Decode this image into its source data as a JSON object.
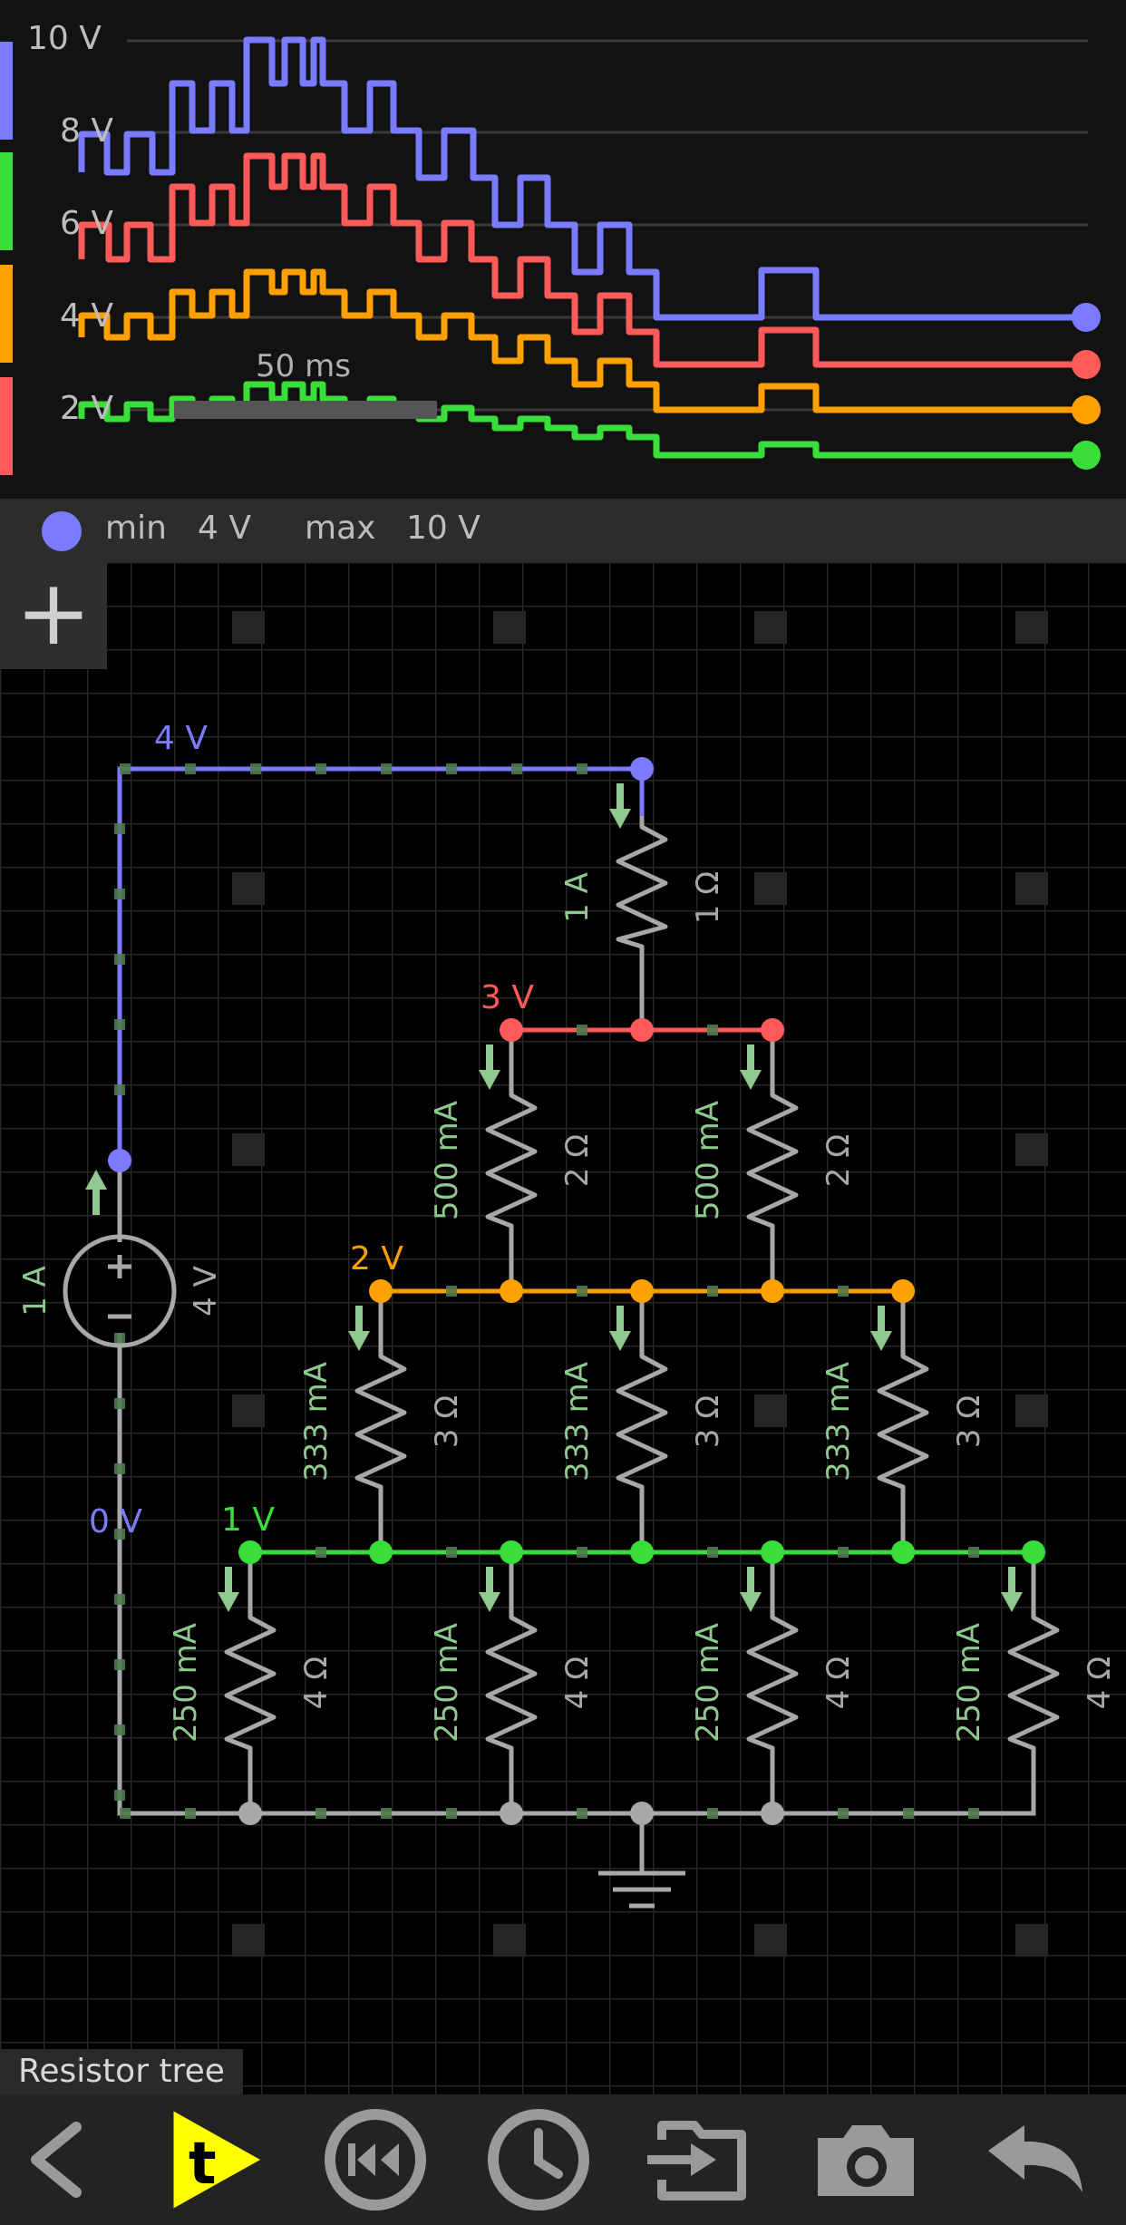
{
  "scope": {
    "y_labels": [
      "10 V",
      "8 V",
      "6 V",
      "4 V",
      "2 V"
    ],
    "time_scale": "50 ms",
    "probe_colors": [
      "#7b7bff",
      "#3ade3a",
      "#ffa000",
      "#ff5a5a"
    ]
  },
  "probe_bar": {
    "min_label": "min",
    "min_value": "4 V",
    "max_label": "max",
    "max_value": "10 V"
  },
  "add_button": "+",
  "circuit": {
    "title": "Resistor tree",
    "nodes": {
      "n4": "4 V",
      "n3": "3 V",
      "n2": "2 V",
      "n1": "1 V",
      "n0": "0 V"
    },
    "source": {
      "current": "1 A",
      "voltage": "4 V"
    },
    "r1": {
      "current": "1 A",
      "resistance": "1 Ω"
    },
    "r2": [
      {
        "current": "500 mA",
        "resistance": "2 Ω"
      },
      {
        "current": "500 mA",
        "resistance": "2 Ω"
      }
    ],
    "r3": [
      {
        "current": "333 mA",
        "resistance": "3 Ω"
      },
      {
        "current": "333 mA",
        "resistance": "3 Ω"
      },
      {
        "current": "333 mA",
        "resistance": "3 Ω"
      }
    ],
    "r4": [
      {
        "current": "250 mA",
        "resistance": "4 Ω"
      },
      {
        "current": "250 mA",
        "resistance": "4 Ω"
      },
      {
        "current": "250 mA",
        "resistance": "4 Ω"
      },
      {
        "current": "250 mA",
        "resistance": "4 Ω"
      }
    ]
  },
  "colors": {
    "blue": "#7b7bff",
    "red": "#ff5a5a",
    "orange": "#ffa000",
    "green": "#3ade3a",
    "wire": "#a8a8a8",
    "label_green": "#8fc98f",
    "accent_yellow": "#ffff00"
  },
  "toolbar": [
    "back-icon",
    "time-play-icon",
    "rewind-icon",
    "clock-icon",
    "export-icon",
    "camera-icon",
    "undo-icon"
  ]
}
